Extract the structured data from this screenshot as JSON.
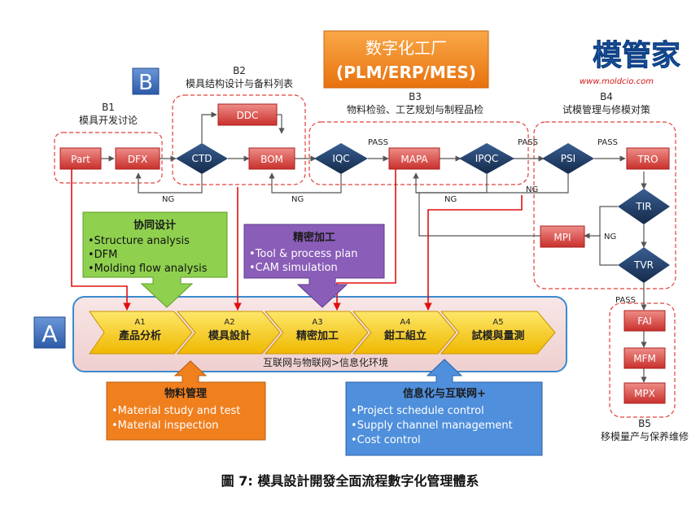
{
  "header": {
    "title_line1": "数字化工厂",
    "title_line2": "(PLM/ERP/MES)",
    "logo_text": "模管家",
    "logo_url": "www.moldcio.com"
  },
  "badges": {
    "a": "A",
    "b": "B"
  },
  "sections": {
    "b1": {
      "code": "B1",
      "title": "模具开发讨论"
    },
    "b2": {
      "code": "B2",
      "title": "模具结构设计与备料列表"
    },
    "b3": {
      "code": "B3",
      "title": "物料检验、工艺规划与制程品检"
    },
    "b4": {
      "code": "B4",
      "title": "试模管理与修模对策"
    },
    "b5": {
      "code": "B5",
      "title": "移模量产与保养维修"
    }
  },
  "nodes": {
    "part": "Part",
    "dfx": "DFX",
    "ctd": "CTD",
    "ddc": "DDC",
    "bom": "BOM",
    "iqc": "IQC",
    "mapa": "MAPA",
    "ipqc": "IPQC",
    "psi": "PSI",
    "tro": "TRO",
    "tir": "TIR",
    "mpi": "MPI",
    "tvr": "TVR",
    "fai": "FAI",
    "mfm": "MFM",
    "mpx": "MPX"
  },
  "edge_labels": {
    "pass_mapa": "PASS",
    "pass_psi": "PASS",
    "pass_tro": "PASS",
    "pass_fai": "PASS",
    "ng_ctd": "NG",
    "ng_bom": "NG",
    "ng_mapa": "NG",
    "ng_psi": "NG",
    "ng_mpi": "NG"
  },
  "callouts": {
    "collab": {
      "title": "协同设计",
      "items": [
        "•Structure analysis",
        "•DFM",
        "•Molding flow analysis"
      ]
    },
    "precision": {
      "title": "精密加工",
      "items": [
        "•Tool & process plan",
        "•CAM simulation"
      ]
    },
    "material": {
      "title": "物料管理",
      "items": [
        "•Material study and test",
        "•Material inspection"
      ]
    },
    "info": {
      "title": "信息化与互联网+",
      "items": [
        "•Project schedule control",
        "•Supply channel management",
        "•Cost control"
      ]
    }
  },
  "stages": [
    {
      "code": "A1",
      "label": "產品分析"
    },
    {
      "code": "A2",
      "label": "模具設計"
    },
    {
      "code": "A3",
      "label": "精密加工"
    },
    {
      "code": "A4",
      "label": "鉗工組立"
    },
    {
      "code": "A5",
      "label": "試模與量測"
    }
  ],
  "environment": "互联网与物联网>信息化环境",
  "caption": "圖 7: 模具設計開發全面流程數字化管理體系",
  "colors": {
    "node_red": "#d9534f",
    "diamond_navy": "#1f3d66",
    "frame_red": "#e2403a",
    "badge_blue": "#3f73c4",
    "title_orange": "#f08a1e",
    "callout_green": "#8fd14f",
    "callout_purple": "#8a5db8",
    "callout_orange": "#f07f1e",
    "callout_blue": "#4f8fdc",
    "chevron_yellow": "#f7c600",
    "env_panel": "#f4dada"
  }
}
